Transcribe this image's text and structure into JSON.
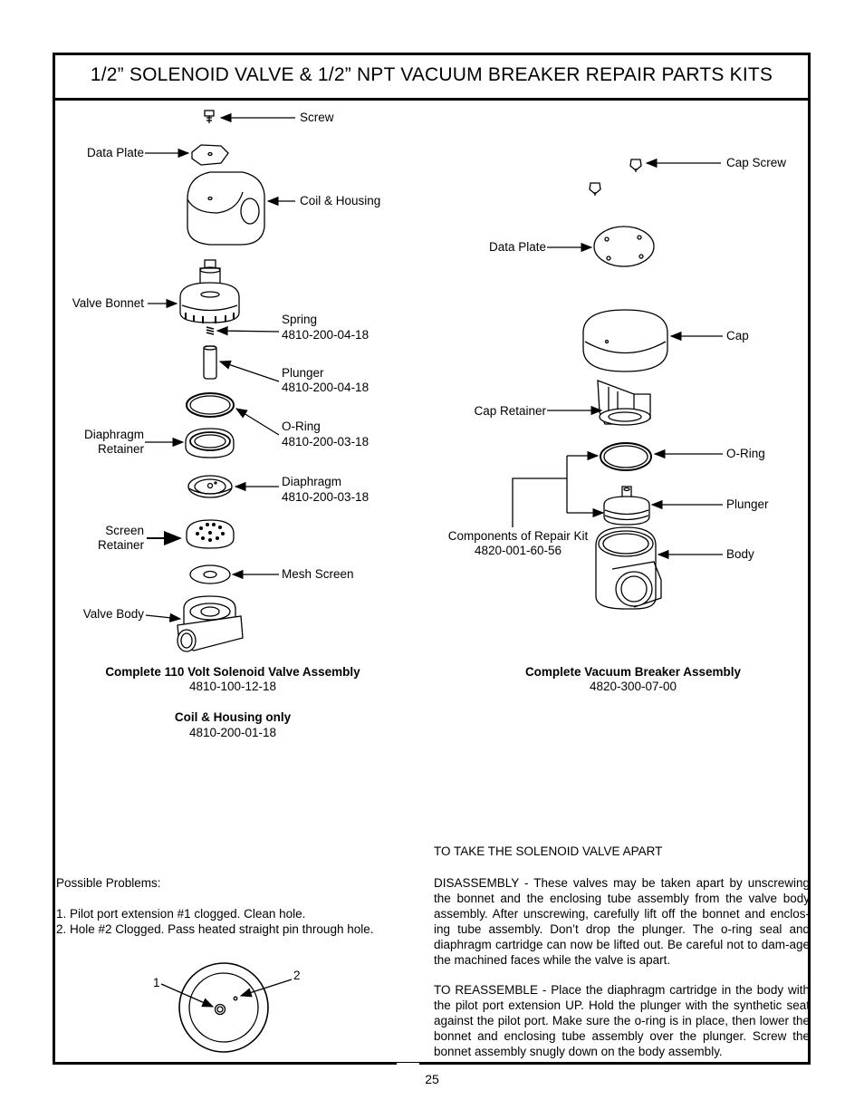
{
  "title": "1/2” SOLENOID VALVE  & 1/2” NPT VACUUM BREAKER REPAIR PARTS KITS",
  "solenoid": {
    "screw": "Screw",
    "data_plate": "Data Plate",
    "coil_housing": "Coil & Housing",
    "valve_bonnet": "Valve Bonnet",
    "spring": "Spring",
    "spring_pn": "4810-200-04-18",
    "plunger": "Plunger",
    "plunger_pn": "4810-200-04-18",
    "oring": "O-Ring",
    "oring_pn": "4810-200-03-18",
    "diaphragm_retainer_1": "Diaphragm",
    "diaphragm_retainer_2": "Retainer",
    "diaphragm": "Diaphragm",
    "diaphragm_pn": "4810-200-03-18",
    "screen_retainer_1": "Screen",
    "screen_retainer_2": "Retainer",
    "mesh_screen": "Mesh Screen",
    "valve_body": "Valve Body",
    "assembly_title": "Complete 110 Volt Solenoid Valve Assembly",
    "assembly_pn": "4810-100-12-18",
    "coil_only_title": "Coil & Housing only",
    "coil_only_pn": "4810-200-01-18"
  },
  "breaker": {
    "cap_screw": "Cap Screw",
    "data_plate": "Data Plate",
    "cap": "Cap",
    "cap_retainer": "Cap Retainer",
    "oring": "O-Ring",
    "plunger": "Plunger",
    "body": "Body",
    "kit_label": "Components of Repair Kit",
    "kit_pn": "4820-001-60-56",
    "assembly_title": "Complete Vacuum Breaker Assembly",
    "assembly_pn": "4820-300-07-00"
  },
  "problems": {
    "heading": "Possible Problems:",
    "item1": "1.  Pilot port extension #1 clogged.  Clean hole.",
    "item2": "2.  Hole #2 Clogged. Pass heated straight pin through hole.",
    "callout1": "1",
    "callout2": "2"
  },
  "instructions": {
    "heading": "TO TAKE THE SOLENOID VALVE APART",
    "disassembly": "DISASSEMBLY - These valves may be taken apart by unscrewing the bonnet and the enclosing tube assembly from the valve body assembly. After unscrewing, carefully lift off the bonnet and enclos-ing tube assembly. Don’t drop the plunger. The o-ring seal and diaphragm cartridge can now be lifted out. Be careful not to dam-age the machined faces while the valve is apart.",
    "reassemble": "TO REASSEMBLE - Place the diaphragm cartridge in the body with the pilot port extension UP. Hold the plunger with the synthetic seat against the pilot port. Make sure the o-ring is in place, then lower the bonnet and enclosing tube assembly over the plunger. Screw the bonnet assembly snugly down on the body assembly."
  },
  "page_number": "25"
}
